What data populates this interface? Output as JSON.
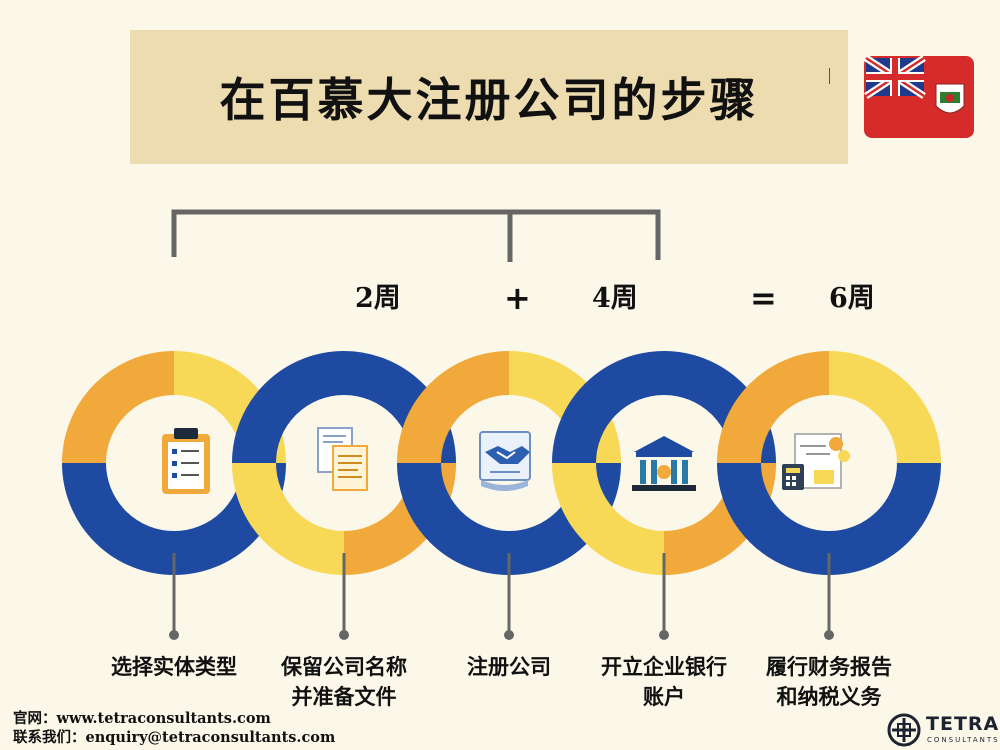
{
  "title": "在百慕大注册公司的步骤",
  "durations": {
    "first": "2周",
    "plus": "+",
    "second": "4周",
    "equals": "=",
    "total": "6周"
  },
  "steps": [
    {
      "label_line1": "选择实体类型",
      "label_line2": "",
      "icon": "clipboard-checklist-icon"
    },
    {
      "label_line1": "保留公司名称",
      "label_line2": "并准备文件",
      "icon": "documents-icon"
    },
    {
      "label_line1": "注册公司",
      "label_line2": "",
      "icon": "handshake-contract-icon"
    },
    {
      "label_line1": "开立企业银行",
      "label_line2": "账户",
      "icon": "bank-building-icon"
    },
    {
      "label_line1": "履行财务报告",
      "label_line2": "和纳税义务",
      "icon": "tax-calculator-icon"
    }
  ],
  "footer": {
    "website": "官网：www.tetraconsultants.com",
    "contact": "联系我们：enquiry@tetraconsultants.com"
  },
  "logo": {
    "name": "TETRA",
    "subtitle": "CONSULTANTS"
  },
  "colors": {
    "navy": "#1e4aa1",
    "orange": "#f1a93c",
    "yellow": "#f7d957",
    "title_bg": "#ecdcb0",
    "background": "#fbf8ea",
    "flag_red": "#d62b2b"
  }
}
